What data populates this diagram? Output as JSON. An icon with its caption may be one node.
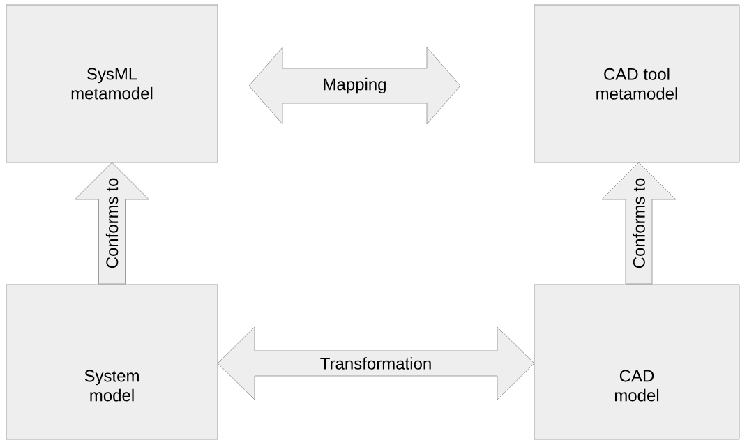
{
  "diagram": {
    "nodes": [
      {
        "text": [
          "SysML metamodel"
        ]
      },
      {
        "text": [
          "CAD tool metamodel"
        ]
      },
      {
        "text": [
          "System model"
        ]
      },
      {
        "text": [
          "CAD model"
        ]
      }
    ],
    "edges": [
      {
        "from": 0,
        "to": 1,
        "arrow": "both",
        "label": "Mapping"
      },
      {
        "from": 2,
        "to": 0,
        "arrow": "to",
        "label": "Conforms to"
      },
      {
        "from": 3,
        "to": 1,
        "arrow": "to",
        "label": "Conforms to"
      },
      {
        "from": 2,
        "to": 3,
        "arrow": "both",
        "label": "Transformation"
      }
    ]
  }
}
